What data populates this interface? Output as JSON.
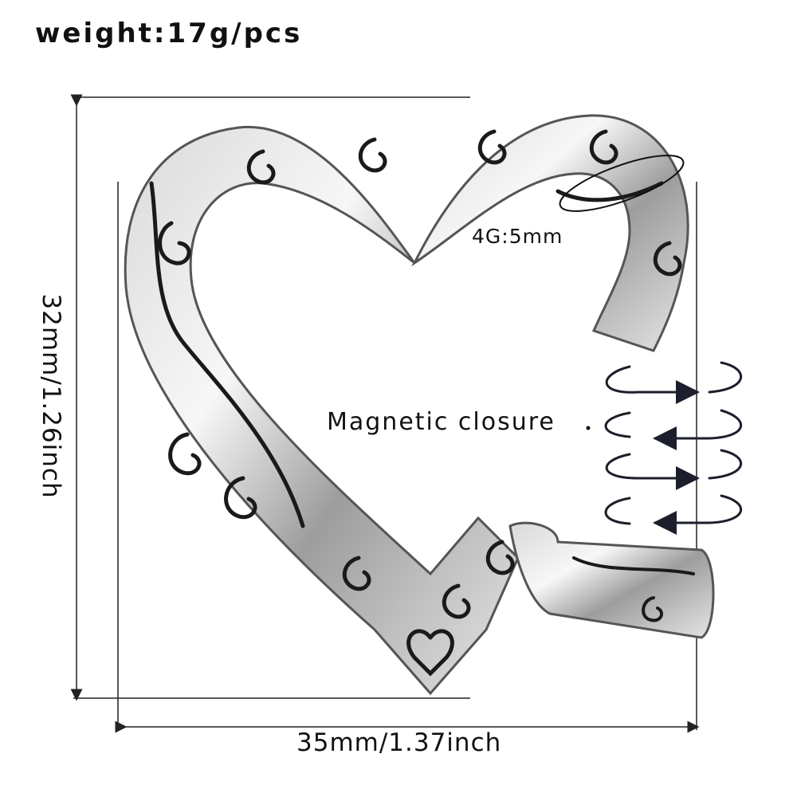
{
  "labels": {
    "weight": "weight:17g/pcs",
    "gauge": "4G:5mm",
    "magnetic_closure": "Magnetic closure",
    "height": "32mm/1.26inch",
    "width": "35mm/1.37inch"
  },
  "colors": {
    "steel_light": "#f4f4f4",
    "steel_mid": "#b8b8b8",
    "steel_dark": "#5a5a5a",
    "engraving": "#1a1a1a",
    "arrow": "#1c1f2b"
  }
}
